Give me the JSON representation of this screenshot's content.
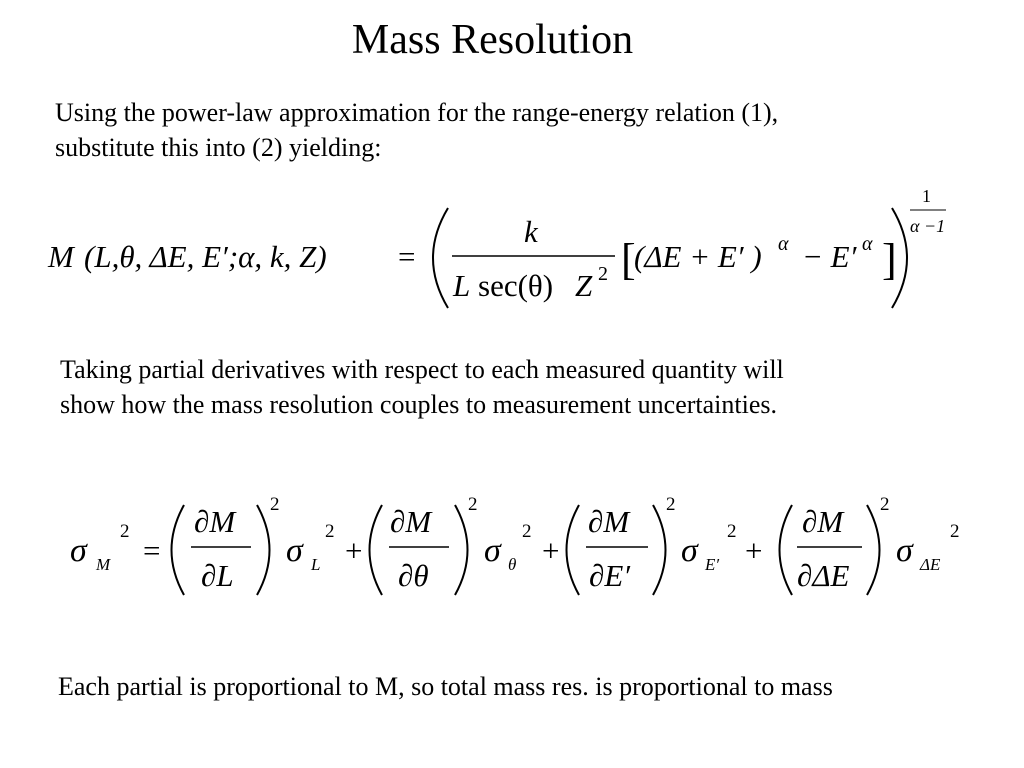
{
  "slide": {
    "title": "Mass Resolution",
    "paragraph1": [
      "Using the power-law approximation for the range-energy relation (1),",
      "substitute this into (2) yielding:"
    ],
    "paragraph2": [
      "Taking partial derivatives with respect to each measured quantity will",
      "show how the mass resolution couples to measurement uncertainties."
    ],
    "paragraph3": [
      "Each partial is proportional to M, so total mass res. is proportional to mass"
    ]
  },
  "equation1": {
    "lhs_fn": "M",
    "lhs_args": "(L,θ, ΔE, E′;α, k, Z)",
    "equals": "=",
    "numerator": "k",
    "denominator_L": "L",
    "denominator_sec": "sec(θ)",
    "denominator_Z": "Z",
    "denominator_Z_exp": "2",
    "bracket_open": "[",
    "bracket_close": "]",
    "bracket_content_a": "(ΔE + E′ )",
    "alpha": "α",
    "bracket_content_b": "− E′",
    "outer_exp_num": "1",
    "outer_exp_den": "α −1"
  },
  "equation2": {
    "sigma": "σ",
    "lhs_sub": "M",
    "exp2": "2",
    "equals": "=",
    "plus": "+",
    "partial_num": "∂M",
    "terms": [
      {
        "den": "∂L",
        "sub": "L"
      },
      {
        "den": "∂θ",
        "sub": "θ"
      },
      {
        "den": "∂E′",
        "sub": "E′"
      },
      {
        "den": "∂ΔE",
        "sub": "ΔE"
      }
    ]
  }
}
